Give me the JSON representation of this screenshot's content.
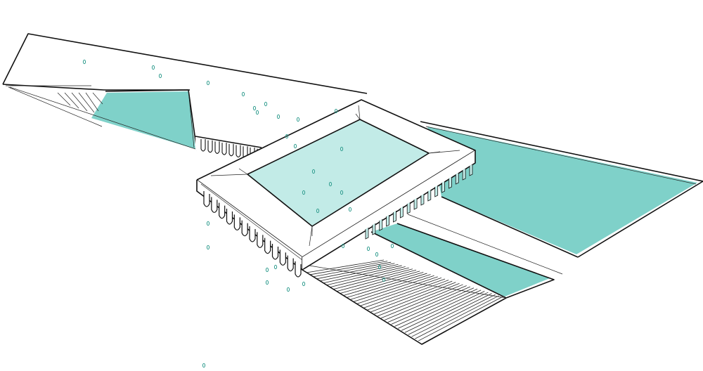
{
  "diagram": {
    "kind": "axonometric architectural drawing",
    "colors": {
      "water": "#7fd1c9",
      "water_light": "#c2ebe7",
      "line": "#111111",
      "plant": "#2f9c8e",
      "background": "#ffffff"
    },
    "elements": [
      "upper-terrace",
      "left-pool",
      "bridge",
      "central-frame",
      "central-pool",
      "right-lawn-basin",
      "lower-channel",
      "stepped-amphitheater",
      "plant-dots"
    ]
  }
}
